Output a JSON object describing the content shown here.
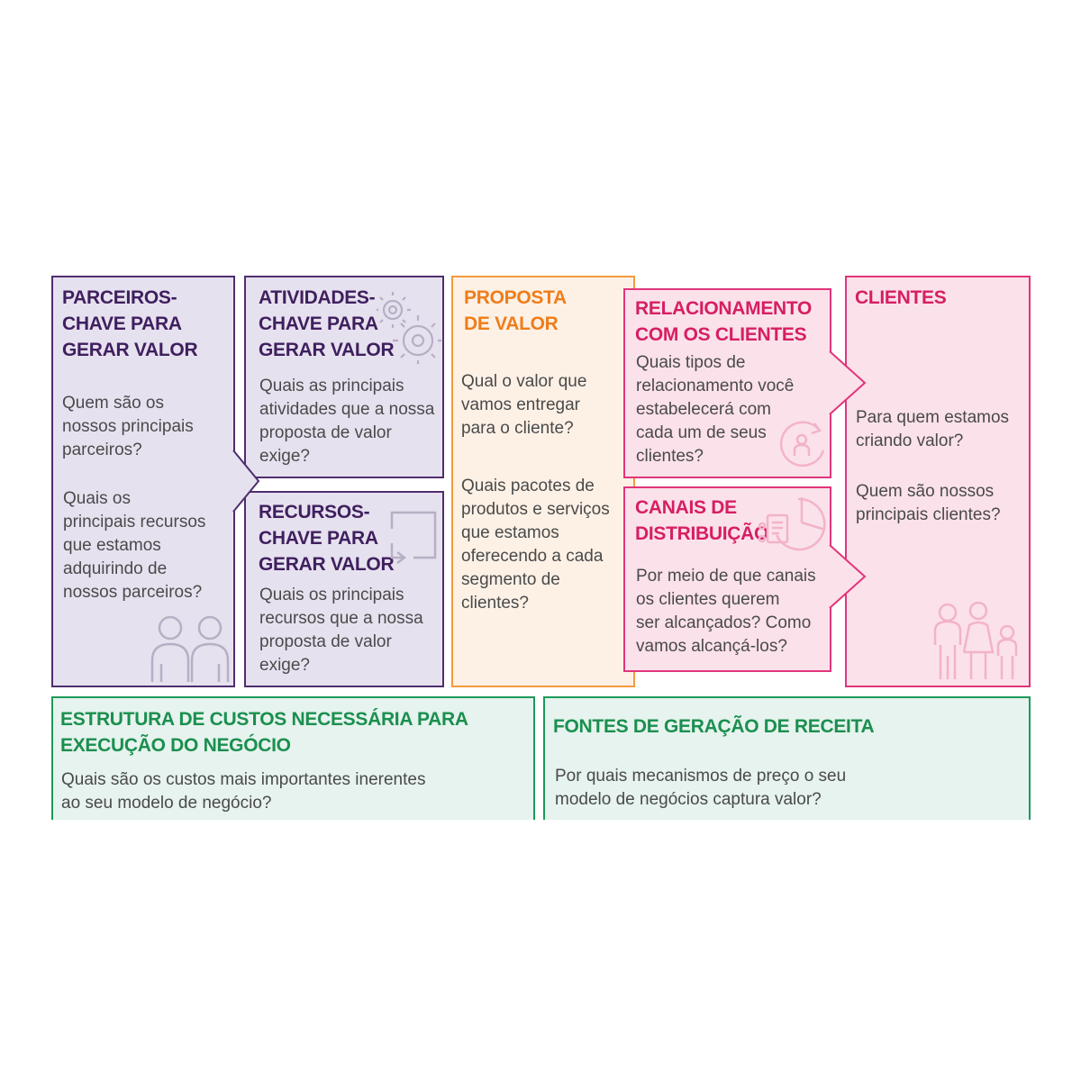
{
  "parceiros": {
    "title": "PARCEIROS-\nCHAVE PARA\nGERAR VALOR",
    "q1": "Quem são os\nnossos principais\nparceiros?",
    "q2": "Quais os\nprincipais recursos\nque estamos\nadquirindo de\nnossos parceiros?"
  },
  "atividades": {
    "title": "ATIVIDADES-\nCHAVE PARA\nGERAR VALOR",
    "q1": "Quais as principais\natividades que a nossa\nproposta de valor\nexige?"
  },
  "recursos": {
    "title": "RECURSOS-\nCHAVE PARA\nGERAR VALOR",
    "q1": "Quais os principais\nrecursos que a nossa\nproposta de valor\nexige?"
  },
  "proposta": {
    "title": "PROPOSTA\nDE VALOR",
    "q1": "Qual o valor que\nvamos entregar\npara o cliente?",
    "q2": "Quais pacotes de\nprodutos e serviços\nque estamos\noferecendo a cada\nsegmento de\nclientes?"
  },
  "relacionamento": {
    "title": "RELACIONAMENTO\nCOM OS CLIENTES",
    "q1": "Quais tipos de\nrelacionamento você\nestabelecerá com\ncada um de seus\nclientes?"
  },
  "canais": {
    "title": "CANAIS DE\nDISTRIBUIÇÃO",
    "q1": "Por meio de que canais\nos clientes querem\nser alcançados? Como\nvamos alcançá-los?"
  },
  "clientes": {
    "title": "CLIENTES",
    "q1": "Para quem estamos\ncriando valor?",
    "q2": "Quem são nossos\nprincipais clientes?"
  },
  "custos": {
    "title": "ESTRUTURA DE CUSTOS NECESSÁRIA PARA\nEXECUÇÃO DO NEGÓCIO",
    "q1": "Quais são os custos mais importantes inerentes\nao seu modelo de negócio?"
  },
  "receita": {
    "title": "FONTES DE GERAÇÃO DE RECEITA",
    "q1": "Por quais mecanismos de preço o seu\nmodelo de negócios captura valor?"
  },
  "colors": {
    "purple": "#4f2d6e",
    "orange": "#f39a3d",
    "pink": "#e0357b",
    "green": "#1e9a5a"
  },
  "icons": [
    "people-icon",
    "gears-icon",
    "resource-arrow-icon",
    "refresh-person-icon",
    "document-pie-icon",
    "family-icon"
  ]
}
